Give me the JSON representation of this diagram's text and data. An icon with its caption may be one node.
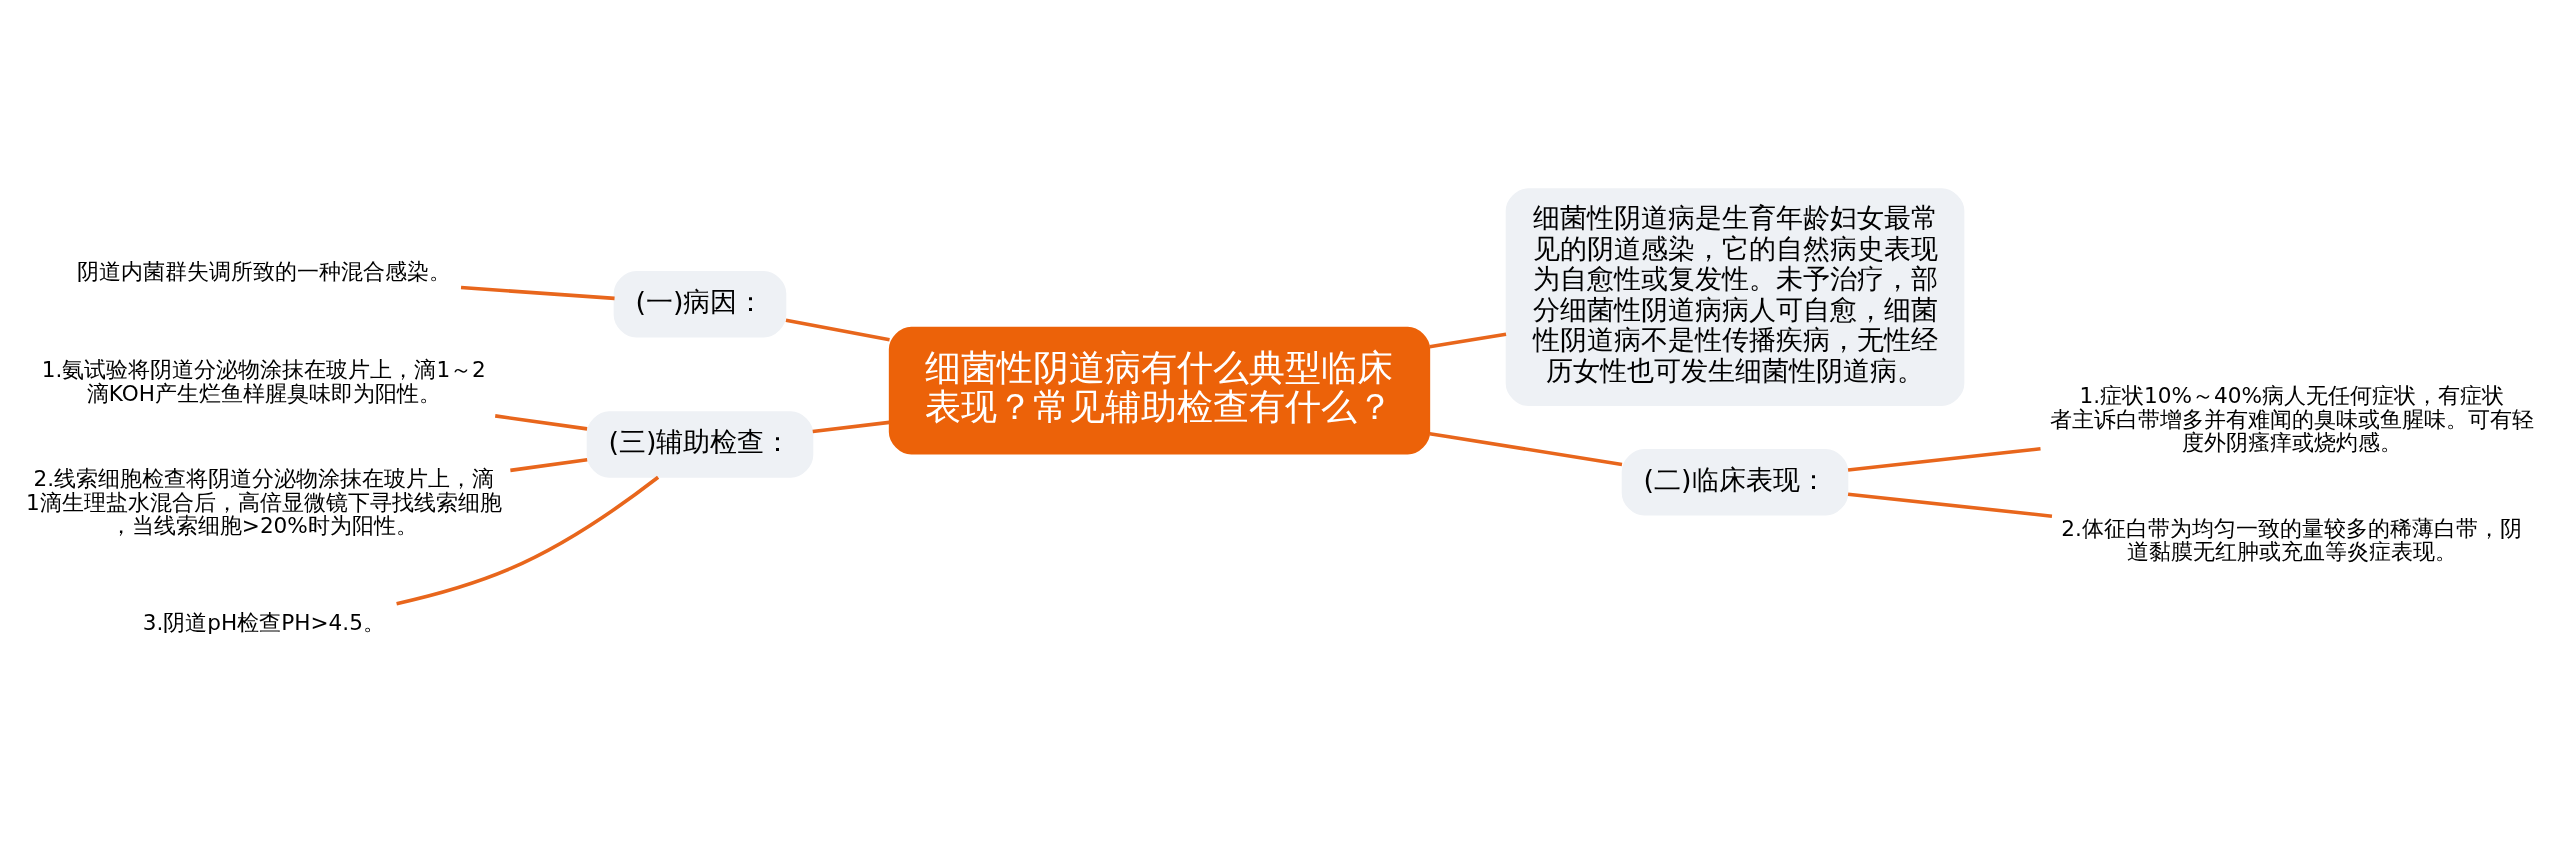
{
  "diagram": {
    "nodes": [
      {
        "text": [
          "细菌性阴道病有什么典型临床表现？常见辅助检查有什么？"
        ]
      },
      {
        "text": [
          "(一)病因："
        ]
      },
      {
        "text": [
          "阴道内菌群失调所致的一种混合感染。"
        ]
      },
      {
        "text": [
          "(三)辅助检查："
        ]
      },
      {
        "text": [
          "1.氨试验将阴道分泌物涂抹在玻片上，滴1～2滴KOH产生烂鱼样腥臭味即为阳性。"
        ]
      },
      {
        "text": [
          "2.线索细胞检查将阴道分泌物涂抹在玻片上，滴1滴生理盐水混合后，高倍显微镜下寻找线索细胞，当线索细胞>20%时为阳性。"
        ]
      },
      {
        "text": [
          "3.阴道pH检查PH>4.5。"
        ]
      },
      {
        "text": [
          "细菌性阴道病是生育年龄妇女最常见的阴道感染，它的自然病史表现为自愈性或复发性。未予治疗，部分细菌性阴道病病人可自愈，细菌性阴道病不是性传播疾病，无性经历女性也可发生细菌性阴道病。"
        ]
      },
      {
        "text": [
          "(二)临床表现："
        ]
      },
      {
        "text": [
          "1.症状10%～40%病人无任何症状，有症状者主诉白带增多并有难闻的臭味或鱼腥味。可有轻度外阴瘙痒或烧灼感。"
        ]
      },
      {
        "text": [
          "2.体征白带为均匀一致的量较多的稀薄白带，阴道黏膜无红肿或充血等炎症表现。"
        ]
      }
    ],
    "edges": [
      {
        "from": 0,
        "to": 1,
        "arrow": "none"
      },
      {
        "from": 1,
        "to": 2,
        "arrow": "none"
      },
      {
        "from": 0,
        "to": 3,
        "arrow": "none"
      },
      {
        "from": 3,
        "to": 4,
        "arrow": "none"
      },
      {
        "from": 3,
        "to": 5,
        "arrow": "none"
      },
      {
        "from": 3,
        "to": 6,
        "arrow": "none"
      },
      {
        "from": 0,
        "to": 7,
        "arrow": "none"
      },
      {
        "from": 0,
        "to": 8,
        "arrow": "none"
      },
      {
        "from": 8,
        "to": 9,
        "arrow": "none"
      },
      {
        "from": 8,
        "to": 10,
        "arrow": "none"
      }
    ]
  }
}
